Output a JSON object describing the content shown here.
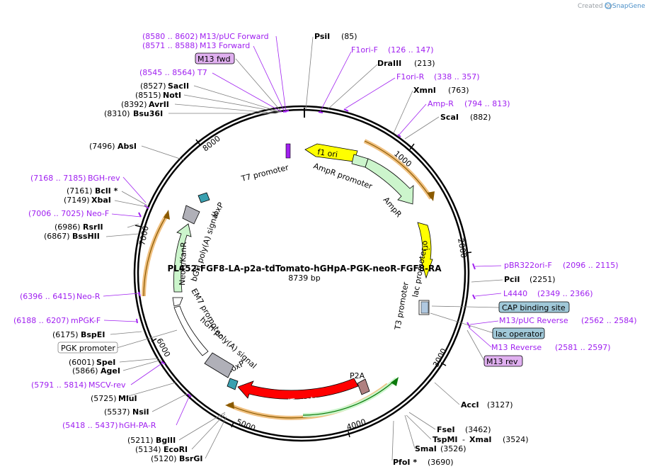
{
  "credit": "Created by",
  "brand": "SnapGene",
  "plasmid": {
    "name": "PL452-FGF8-LA-p2a-tdTomato-hGHpA-PGK-neoR-FGF8-RA",
    "size": "8739 bp"
  },
  "ticks": [
    "1000",
    "2000",
    "3000",
    "4000",
    "5000",
    "6000",
    "7000",
    "8000"
  ],
  "features": {
    "f1_ori": "f1 ori",
    "ampr_promoter": "AmpR promoter",
    "ampr": "AmpR",
    "ori": "ori",
    "lac_promoter": "lac promoter",
    "t3_promoter": "T3 promoter",
    "p2a": "P2A",
    "tdtomato": "tdTomato",
    "loxp_bottom": "loxP",
    "hgh_polya": "hGH poly(A) signal",
    "em7_promoter": "EM7 promoter",
    "neo_kanr": "NeoR/KanR",
    "bgh_polya": "bGH poly(A) signal",
    "loxp_top": "loxP",
    "t7_promoter": "T7 promoter"
  },
  "labels": [
    {
      "range": "(8580 .. 8602)",
      "name": "M13/pUC Forward"
    },
    {
      "range": "(8571 .. 8588)",
      "name": "M13 Forward"
    },
    {
      "range": "(8545 .. 8564)",
      "name": "T7"
    },
    {
      "pos": "(8527)",
      "name": "SacII"
    },
    {
      "pos": "(8515)",
      "name": "NotI"
    },
    {
      "pos": "(8392)",
      "name": "AvrII"
    },
    {
      "pos": "(8310)",
      "name": "Bsu36I"
    },
    {
      "pos": "(7496)",
      "name": "AbsI"
    },
    {
      "range": "(7168 .. 7185)",
      "name": "BGH-rev"
    },
    {
      "pos": "(7161)",
      "name": "BclI *"
    },
    {
      "pos": "(7149)",
      "name": "XbaI"
    },
    {
      "range": "(7006 .. 7025)",
      "name": "Neo-F"
    },
    {
      "pos": "(6986)",
      "name": "RsrII"
    },
    {
      "pos": "(6867)",
      "name": "BssHII"
    },
    {
      "range": "(6396 .. 6415)",
      "name": "Neo-R"
    },
    {
      "range": "(6188 .. 6207)",
      "name": "mPGK-F"
    },
    {
      "pos": "(6175)",
      "name": "BspEI"
    },
    {
      "pos": "(6001)",
      "name": "SpeI"
    },
    {
      "pos": "(5866)",
      "name": "AgeI"
    },
    {
      "range": "(5791 .. 5814)",
      "name": "MSCV-rev"
    },
    {
      "pos": "(5725)",
      "name": "MluI"
    },
    {
      "pos": "(5537)",
      "name": "NsiI"
    },
    {
      "range": "(5418 .. 5437)",
      "name": "hGH-PA-R"
    },
    {
      "pos": "(5211)",
      "name": "BglII"
    },
    {
      "pos": "(5134)",
      "name": "EcoRI"
    },
    {
      "pos": "(5120)",
      "name": "BsrGI"
    },
    {
      "name": "PsiI",
      "pos": "(85)"
    },
    {
      "name": "F1ori-F",
      "range": "(126 .. 147)"
    },
    {
      "name": "DraIII",
      "pos": "(213)"
    },
    {
      "name": "F1ori-R",
      "range": "(338 .. 357)"
    },
    {
      "name": "XmnI",
      "pos": "(763)"
    },
    {
      "name": "Amp-R",
      "range": "(794 .. 813)"
    },
    {
      "name": "ScaI",
      "pos": "(882)"
    },
    {
      "name": "pBR322ori-F",
      "range": "(2096 .. 2115)"
    },
    {
      "name": "PciI",
      "pos": "(2251)"
    },
    {
      "name": "L4440",
      "range": "(2349 .. 2366)"
    },
    {
      "name": "M13/pUC Reverse",
      "range": "(2562 .. 2584)"
    },
    {
      "name": "M13 Reverse",
      "range": "(2581 .. 2597)"
    },
    {
      "name": "AccI",
      "pos": "(3127)"
    },
    {
      "name": "FseI",
      "pos": "(3462)"
    },
    {
      "name": "TspMI",
      "pos": "(3524)"
    },
    {
      "name": "XmaI",
      "pos": "(3524)"
    },
    {
      "name": "SmaI",
      "pos": "(3526)"
    },
    {
      "name": "PfoI *",
      "pos": "(3690)"
    }
  ],
  "boxes": {
    "m13_fwd": "M13 fwd",
    "cap_site": "CAP binding site",
    "lac_operator": "lac operator",
    "m13_rev": "M13 rev",
    "pgk_promoter": "PGK promoter"
  },
  "colors": {
    "backbone": "#000000",
    "f1_ori": "#ffff00",
    "ampr": "#ccf5cc",
    "ori": "#ffff00",
    "tdtomato": "#ff0000",
    "orf_arc": "#f0c080",
    "primer": "#a020f0",
    "box_lavender": "#e0b0f0",
    "box_teal": "#a0c8d8"
  }
}
